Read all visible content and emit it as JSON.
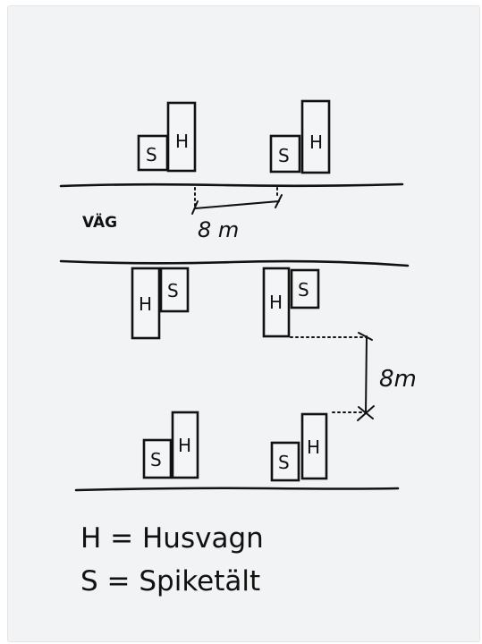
{
  "diagram": {
    "road_label": "VÄG",
    "distance_horizontal": "8 m",
    "distance_vertical": "8m",
    "letters": {
      "h": "H",
      "s": "S"
    },
    "legend": {
      "line1": "H = Husvagn",
      "line2": "S = Spiketält"
    }
  },
  "colors": {
    "paper": "#f1f3f4",
    "ink": "#111111"
  }
}
